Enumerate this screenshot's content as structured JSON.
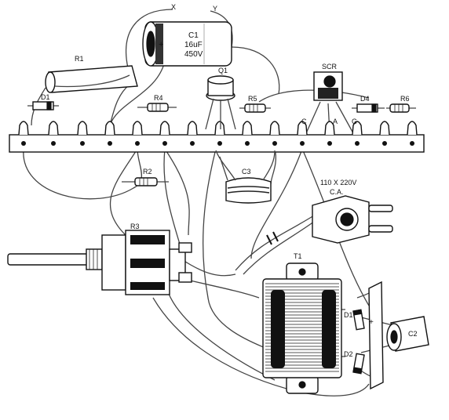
{
  "labels": {
    "x": "X",
    "y": "Y",
    "c1_name": "C1",
    "c1_cap": "16uF",
    "c1_volt": "450V",
    "r1": "R1",
    "q1": "Q1",
    "scr": "SCR",
    "d1_top": "D1",
    "r4": "R4",
    "r5": "R5",
    "d4": "D4",
    "r6": "R6",
    "term_c": "C",
    "term_a": "A",
    "term_g": "G",
    "r2": "R2",
    "c3": "C3",
    "mains_voltage": "110 X 220V",
    "mains_ca": "C.A.",
    "r3": "R3",
    "t1": "T1",
    "d1_right": "D1",
    "d2": "D2",
    "c2": "C2",
    "plus": "+"
  }
}
